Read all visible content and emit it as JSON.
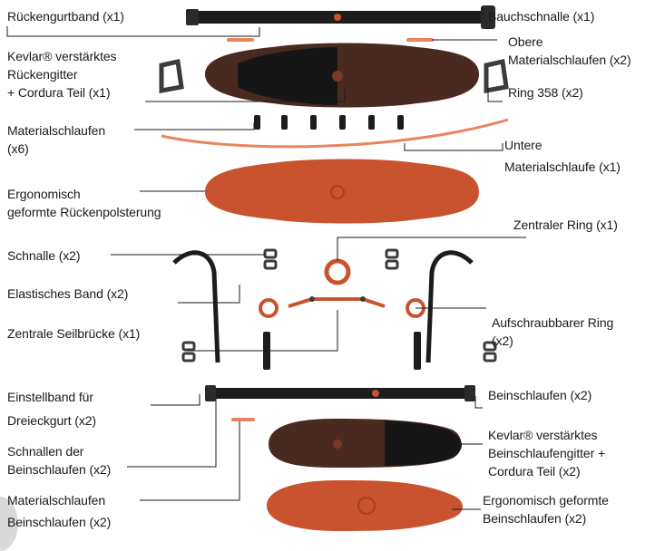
{
  "colors": {
    "strap": "#1c1c1c",
    "brown": "#4a2a20",
    "brown_dark": "#2b1712",
    "orange": "#c9532e",
    "orange_light": "#e8845e",
    "metal": "#3b3b3b",
    "leader": "#1a1a1a"
  },
  "labels": {
    "rueckengurtband": "Rückengurtband (x1)",
    "bauchschnalle": "Bauchschnalle (x1)",
    "kevlar_ruecken_1": "Kevlar® verstärktes",
    "kevlar_ruecken_2": "Rückengitter",
    "kevlar_ruecken_3": "+ Cordura Teil (x1)",
    "obere_1": "Obere",
    "obere_2": "Materialschlaufen (x2)",
    "ring358": "Ring 358 (x2)",
    "materialschlaufen_1": "Materialschlaufen",
    "materialschlaufen_2": "(x6)",
    "untere_1": "Untere",
    "untere_2": "Materialschlaufe (x1)",
    "ergo_ruecken_1": "Ergonomisch",
    "ergo_ruecken_2": "geformte Rückenpolsterung",
    "zentraler_ring": "Zentraler Ring (x1)",
    "schnalle": "Schnalle (x2)",
    "elastisches_band": "Elastisches Band (x2)",
    "zentrale_seilbruecke": "Zentrale Seilbrücke (x1)",
    "aufschraub_1": "Aufschraubbarer Ring",
    "aufschraub_2": "(x2)",
    "einstellband_1": "Einstellband für",
    "einstellband_2": "Dreieckgurt (x2)",
    "beinschlaufen": "Beinschlaufen (x2)",
    "schnallen_bein_1": "Schnallen der",
    "schnallen_bein_2": "Beinschlaufen (x2)",
    "kevlar_bein_1": "Kevlar® verstärktes",
    "kevlar_bein_2": "Beinschlaufengitter +",
    "kevlar_bein_3": "Cordura Teil (x2)",
    "material_bein_1": "Materialschlaufen",
    "material_bein_2": "Beinschlaufen (x2)",
    "ergo_bein_1": "Ergonomisch geformte",
    "ergo_bein_2": "Beinschlaufen (x2)"
  }
}
